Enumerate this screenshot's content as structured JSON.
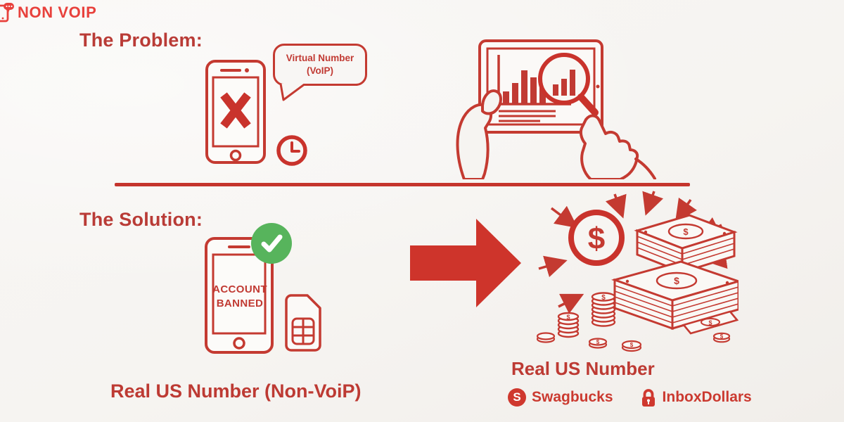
{
  "colors": {
    "brand_red": "#e8413c",
    "art_red": "#c43a31",
    "text_red": "#bb3b36",
    "green": "#57b45c",
    "background": "#f6f4f1"
  },
  "logo": {
    "text": "NON VOIP"
  },
  "problem": {
    "heading": "The Problem:",
    "bubble_line1": "Virtual Number",
    "bubble_line2": "(VoIP)"
  },
  "solution": {
    "heading": "The Solution:",
    "phone_line1": "ACCOUNT",
    "phone_line2": "BANNED",
    "caption_left": "Real US Number (Non-VoiP)",
    "caption_right": "Real US Number",
    "swagbucks_initial": "S",
    "brands": [
      {
        "name": "Swagbucks"
      },
      {
        "name": "InboxDollars"
      }
    ]
  },
  "money": {
    "dollar_glyph": "$"
  }
}
